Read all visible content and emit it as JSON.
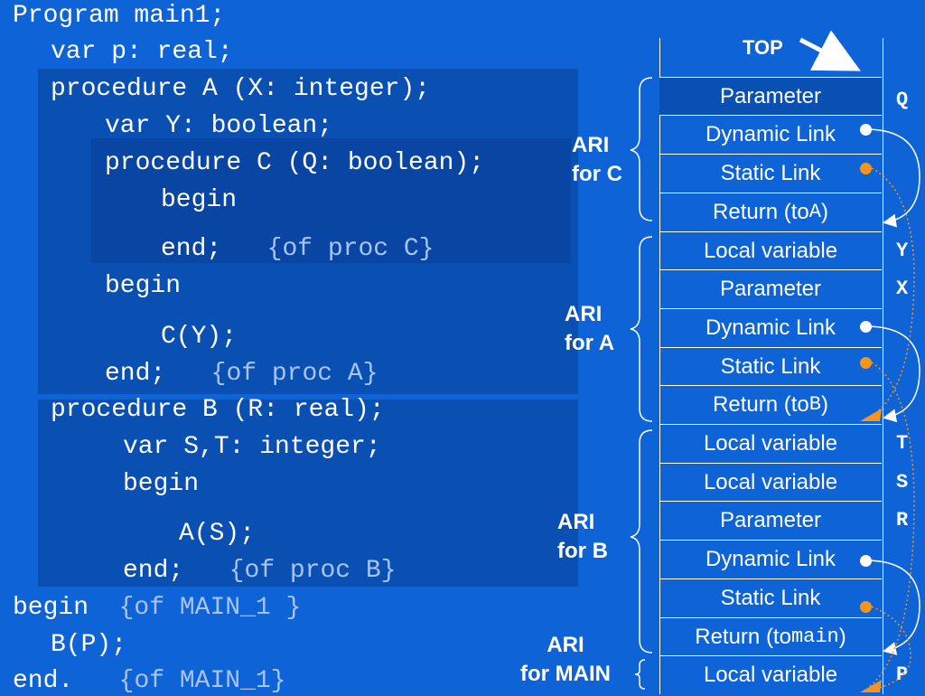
{
  "code": {
    "lines": [
      {
        "text": "Program main1;",
        "comment": ""
      },
      {
        "text": "var p: real;",
        "comment": ""
      },
      {
        "text": "procedure A (X: integer);",
        "comment": ""
      },
      {
        "text": "var Y: boolean;",
        "comment": ""
      },
      {
        "text": "procedure C (Q: boolean);",
        "comment": ""
      },
      {
        "text": "begin",
        "comment": ""
      },
      {
        "text": "end;",
        "comment": "{of proc C}"
      },
      {
        "text": "begin",
        "comment": ""
      },
      {
        "text": "C(Y);",
        "comment": ""
      },
      {
        "text": "end;",
        "comment": "{of proc A}"
      },
      {
        "text": "procedure B (R: real);",
        "comment": ""
      },
      {
        "text": "var S,T: integer;",
        "comment": ""
      },
      {
        "text": "begin",
        "comment": ""
      },
      {
        "text": "A(S);",
        "comment": ""
      },
      {
        "text": "end;",
        "comment": "{of proc B}"
      },
      {
        "text": "begin",
        "comment": "{of MAIN_1 }"
      },
      {
        "text": "B(P);",
        "comment": ""
      },
      {
        "text": "end.",
        "comment": "{of MAIN_1}"
      }
    ]
  },
  "stack": {
    "top_label": "TOP",
    "cells": [
      {
        "label": "Parameter",
        "mono": "",
        "suffix": ""
      },
      {
        "label": "Dynamic Link",
        "mono": "",
        "suffix": ""
      },
      {
        "label": "Static Link",
        "mono": "",
        "suffix": ""
      },
      {
        "label": "Return (to ",
        "mono": "A",
        "suffix": ")"
      },
      {
        "label": "Local variable",
        "mono": "",
        "suffix": ""
      },
      {
        "label": "Parameter",
        "mono": "",
        "suffix": ""
      },
      {
        "label": "Dynamic Link",
        "mono": "",
        "suffix": ""
      },
      {
        "label": "Static Link",
        "mono": "",
        "suffix": ""
      },
      {
        "label": "Return (to ",
        "mono": "B",
        "suffix": ")"
      },
      {
        "label": "Local variable",
        "mono": "",
        "suffix": ""
      },
      {
        "label": "Local variable",
        "mono": "",
        "suffix": ""
      },
      {
        "label": "Parameter",
        "mono": "",
        "suffix": ""
      },
      {
        "label": "Dynamic Link",
        "mono": "",
        "suffix": ""
      },
      {
        "label": "Static Link",
        "mono": "",
        "suffix": ""
      },
      {
        "label": "Return (to ",
        "mono": "main",
        "suffix": ")"
      },
      {
        "label": "Local variable",
        "mono": "",
        "suffix": ""
      }
    ],
    "var_letters": [
      "Q",
      "Y",
      "X",
      "T",
      "S",
      "R",
      "P"
    ],
    "ari_labels": [
      {
        "line1": "ARI",
        "line2": "for C"
      },
      {
        "line1": "ARI",
        "line2": "for A"
      },
      {
        "line1": "ARI",
        "line2": "for B"
      },
      {
        "line1": "ARI",
        "line2": "for MAIN"
      }
    ]
  },
  "colors": {
    "background": "#0e63d6",
    "code_block": "#0a4fb2",
    "dynamic_dot": "#ffffff",
    "static_dot": "#f7941d",
    "comment": "#a9c4f2"
  }
}
